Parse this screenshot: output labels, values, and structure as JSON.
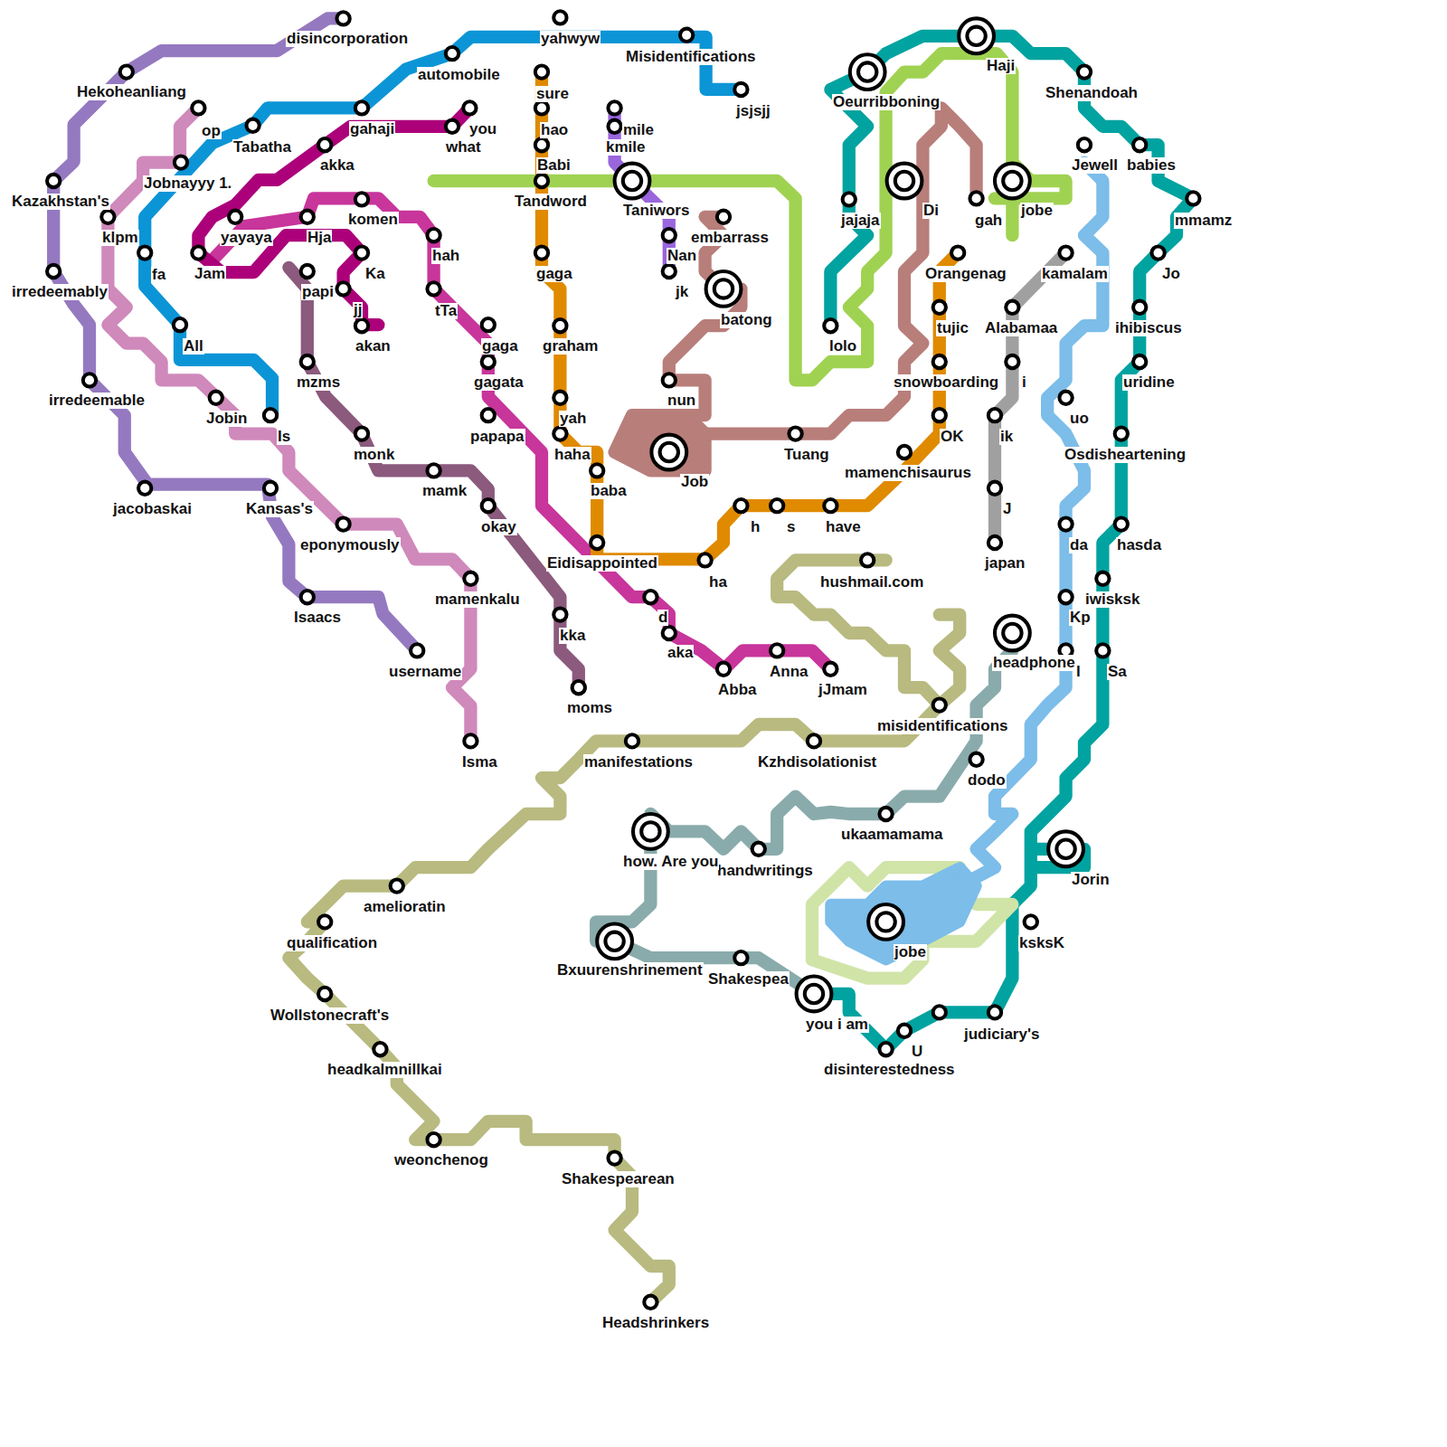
{
  "diagram": {
    "labels": [
      "disincorporation",
      "Hekoheanliang",
      "Kazakhstan's",
      "irredeemably",
      "irredeemable",
      "jacobaskai",
      "Kansas's",
      "Isaacs",
      "username",
      "op",
      "Jobnayyy 1.",
      "klpm",
      "Jobin",
      "eponymously",
      "mamenkalu",
      "Isma",
      "Tabatha",
      "automobile",
      "gahaji",
      "yahwyw",
      "Misidentifications",
      "jsjsjj",
      "fa",
      "All",
      "Is",
      "you",
      "what",
      "akka",
      "yayaya",
      "Jam",
      "Hja",
      "Ka",
      "papi",
      "jj",
      "akan",
      "komen",
      "hah",
      "tTa",
      "gaga",
      "gagata",
      "papapa",
      "d",
      "aka",
      "Abba",
      "Anna",
      "jJmam",
      "mzms",
      "monk",
      "mamk",
      "okay",
      "kka",
      "moms",
      "sure",
      "hao",
      "Babi",
      "Tandword",
      "gaga",
      "graham",
      "yah",
      "haha",
      "baba",
      "Eidisappointed",
      "ha",
      "h",
      "s",
      "have",
      "mamenchisaurus",
      "OK",
      "snowboarding",
      "tujic",
      "Orangenag",
      "mile",
      "kmile",
      "Taniwors",
      "Nan",
      "jk",
      "embarrass",
      "batong",
      "nun",
      "Job",
      "Tuang",
      "Di",
      "gah",
      "jobe",
      "lolo",
      "jajaja",
      "Oeurribboning",
      "Haji",
      "Shenandoah",
      "Jewell",
      "babies",
      "mmamz",
      "Jo",
      "ihibiscus",
      "uridine",
      "Osdisheartening",
      "hasda",
      "iwisksk",
      "Sa",
      "kamalam",
      "Alabamaa",
      "i",
      "ik",
      "J",
      "japan",
      "uo",
      "da",
      "Kp",
      "l",
      "headphone",
      "dodo",
      "ukaamamama",
      "handwritings",
      "how. Are you",
      "Bxuurenshrinement",
      "Shakespea",
      "you i am",
      "U",
      "disinterestedness",
      "judiciary's",
      "ksksK",
      "Jorin",
      "jobe",
      "hushmail.com",
      "misidentifications",
      "Kzhdisolationist",
      "manifestations",
      "amelioratin",
      "qualification",
      "Wollstonecraft's",
      "headkalmnillkai",
      "weonchenog",
      "Shakespearean",
      "Headshrinkers"
    ]
  }
}
